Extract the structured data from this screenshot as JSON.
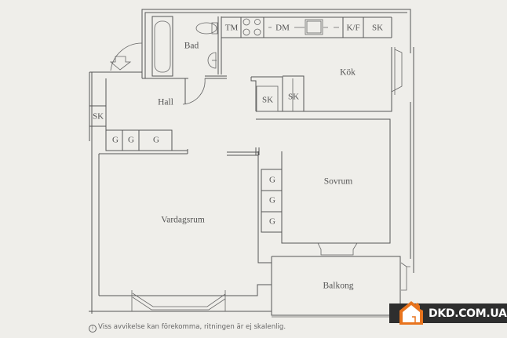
{
  "plan": {
    "rooms": {
      "bad": "Bad",
      "kok": "Kök",
      "hall": "Hall",
      "vardagsrum": "Vardagsrum",
      "sovrum": "Sovrum",
      "balkong": "Balkong"
    },
    "fixtures": {
      "tm": "TM",
      "dm": "DM",
      "kf": "K/F",
      "sk_kitchen_top": "SK",
      "sk_kitchen_1": "SK",
      "sk_kitchen_2": "SK",
      "sk_hall": "SK",
      "g_hall_1": "G",
      "g_hall_2": "G",
      "g_hall_3": "G",
      "g_bed_1": "G",
      "g_bed_2": "G",
      "g_bed_3": "G"
    }
  },
  "footer": {
    "info_icon": "i",
    "disclaimer": "Viss avvikelse kan förekomma, ritningen är ej skalenlig."
  },
  "brand": {
    "name": "DKD.COM.UA",
    "logo": "house-icon",
    "accent": "#e8741e"
  }
}
